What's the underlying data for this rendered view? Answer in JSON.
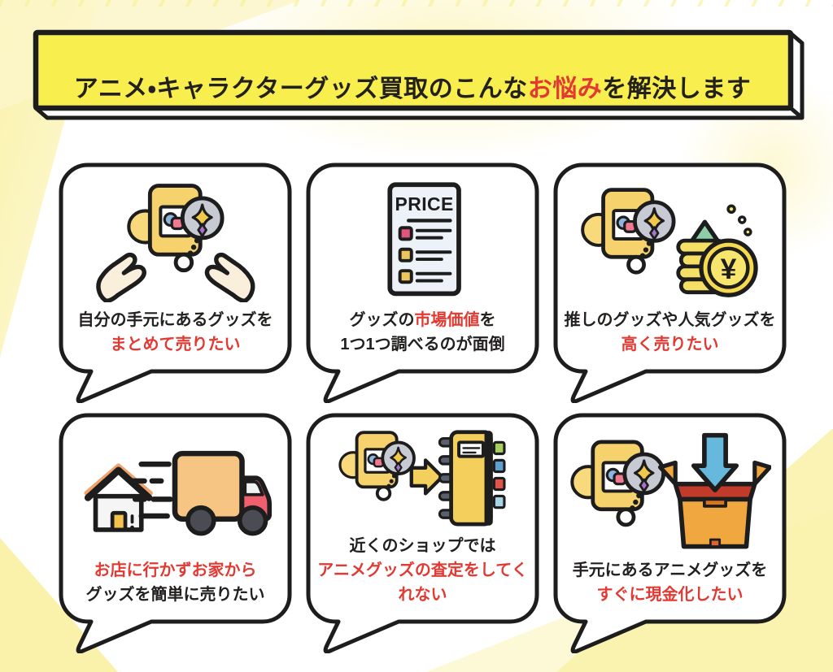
{
  "banner": {
    "title_segments": [
      {
        "text": "アニメ・キャラクターグッズ買取のこんな",
        "red": false
      },
      {
        "text": "お悩み",
        "red": true
      },
      {
        "text": "を解決します",
        "red": false
      }
    ]
  },
  "colors": {
    "banner_yellow": "#f8ee4e",
    "accent_red": "#e23a33",
    "ink": "#232120",
    "bg_ray_yellow": "#faf2ab"
  },
  "icon_labels": {
    "price_doc_title": "PRICE",
    "yen_symbol": "¥"
  },
  "cards": [
    {
      "id": "bulk-sell",
      "icon": "hands-holding-goods-icon",
      "lines": [
        [
          {
            "text": "自分の手元にあるグッズを",
            "red": false
          }
        ],
        [
          {
            "text": "まとめて売りたい",
            "red": true
          }
        ]
      ]
    },
    {
      "id": "market-value",
      "icon": "price-list-icon",
      "lines": [
        [
          {
            "text": "グッズの",
            "red": false
          },
          {
            "text": "市場価値",
            "red": true
          },
          {
            "text": "を",
            "red": false
          }
        ],
        [
          {
            "text": "1つ1つ調べるのが面倒",
            "red": false
          }
        ]
      ]
    },
    {
      "id": "sell-high",
      "icon": "coins-rise-icon",
      "lines": [
        [
          {
            "text": "推しのグッズや人気グッズを",
            "red": false
          }
        ],
        [
          {
            "text": "高く売りたい",
            "red": true
          }
        ]
      ]
    },
    {
      "id": "sell-from-home",
      "icon": "house-truck-icon",
      "lines": [
        [
          {
            "text": "お店に行かずお家から",
            "red": true
          }
        ],
        [
          {
            "text": "グッズを簡単に売りたい",
            "red": false
          }
        ]
      ]
    },
    {
      "id": "no-local-appraisal",
      "icon": "goods-to-notebook-icon",
      "lines": [
        [
          {
            "text": "近くのショップでは",
            "red": false
          }
        ],
        [
          {
            "text": "アニメグッズの査定をしてく",
            "red": true
          }
        ],
        [
          {
            "text": "れない",
            "red": true
          }
        ]
      ]
    },
    {
      "id": "quick-cash",
      "icon": "box-cash-in-icon",
      "lines": [
        [
          {
            "text": "手元にあるアニメグッズを",
            "red": false
          }
        ],
        [
          {
            "text": "すぐに現金化したい",
            "red": true
          }
        ]
      ]
    }
  ]
}
